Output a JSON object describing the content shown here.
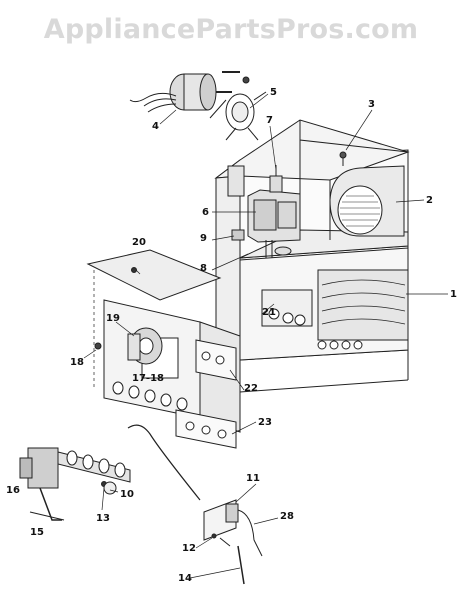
{
  "watermark": "AppliancePartsPros.com",
  "callouts": {
    "c1": "1",
    "c2": "2",
    "c3": "3",
    "c4": "4",
    "c5": "5",
    "c6": "6",
    "c7": "7",
    "c8": "8",
    "c9": "9",
    "c10": "10",
    "c11": "11",
    "c12": "12",
    "c13": "13",
    "c14": "14",
    "c15": "15",
    "c16": "16",
    "c17": "17-18",
    "c18": "18",
    "c19": "19",
    "c20": "20",
    "c21": "21",
    "c22": "22",
    "c23": "23",
    "c28": "28"
  }
}
